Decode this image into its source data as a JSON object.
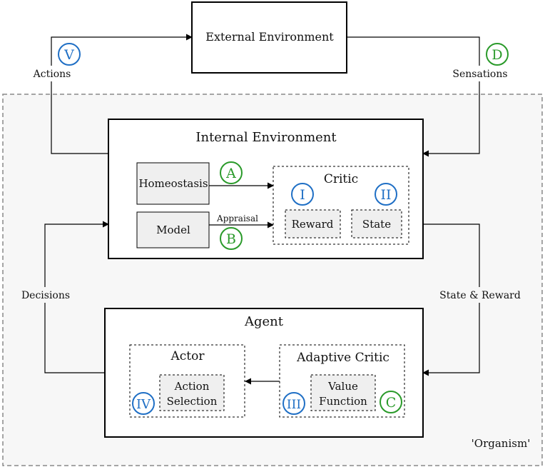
{
  "labels": {
    "external_environment": "External Environment",
    "actions": "Actions",
    "sensations": "Sensations",
    "internal_environment": "Internal Environment",
    "homeostasis": "Homeostasis",
    "model": "Model",
    "appraisal": "Appraisal",
    "critic": "Critic",
    "reward": "Reward",
    "state": "State",
    "decisions": "Decisions",
    "state_and_reward": "State & Reward",
    "agent": "Agent",
    "actor": "Actor",
    "action_selection_line1": "Action",
    "action_selection_line2": "Selection",
    "adaptive_critic": "Adaptive Critic",
    "value_function_line1": "Value",
    "value_function_line2": "Function",
    "organism": "'Organism'"
  },
  "markers": {
    "V": "V",
    "D": "D",
    "A": "A",
    "B": "B",
    "C": "C",
    "I": "I",
    "II": "II",
    "III": "III",
    "IV": "IV"
  },
  "colors": {
    "blue_marker": "#1f6fc5",
    "green_marker": "#2a9a2a",
    "box_fill": "#efefef",
    "organism_fill": "#f7f7f7",
    "line": "#000000"
  }
}
